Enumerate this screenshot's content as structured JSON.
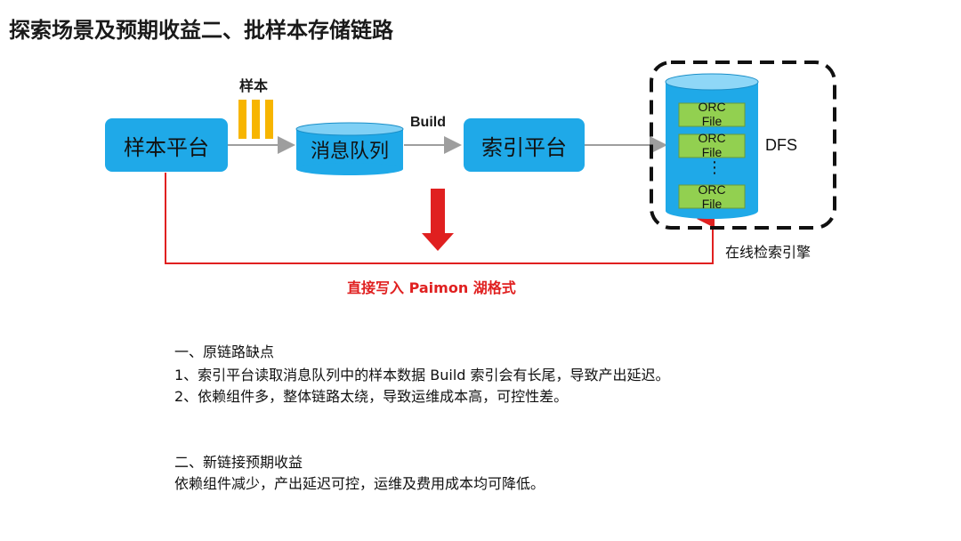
{
  "title": "探索场景及预期收益二、批样本存储链路",
  "diagram": {
    "sample_platform": "样本平台",
    "sample_tag": "样本",
    "message_queue": "消息队列",
    "build_tag": "Build",
    "index_platform": "索引平台",
    "orc_files": [
      {
        "line1": "ORC",
        "line2": "File"
      },
      {
        "line1": "ORC",
        "line2": "File"
      },
      {
        "line1": "ORC",
        "line2": "File"
      }
    ],
    "ellipsis": "⋮",
    "dfs": "DFS",
    "online_engine": "在线检索引擎",
    "direct_write": "直接写入 Paimon  湖格式"
  },
  "notes": {
    "section1_heading": "一、原链路缺点",
    "section1_item1": "1、索引平台读取消息队列中的样本数据 Build  索引会有长尾，导致产出延迟。",
    "section1_item2": "2、依赖组件多，整体链路太绕，导致运维成本高，可控性差。",
    "section2_heading": "二、新链接预期收益",
    "section2_body": "依赖组件减少，产出延迟可控，运维及费用成本均可降低。"
  },
  "colors": {
    "box_blue": "#1fa9e8",
    "sample_yellow": "#f7b500",
    "orc_green": "#92d050",
    "red": "#e02020",
    "arrow_gray": "#9e9e9e"
  }
}
